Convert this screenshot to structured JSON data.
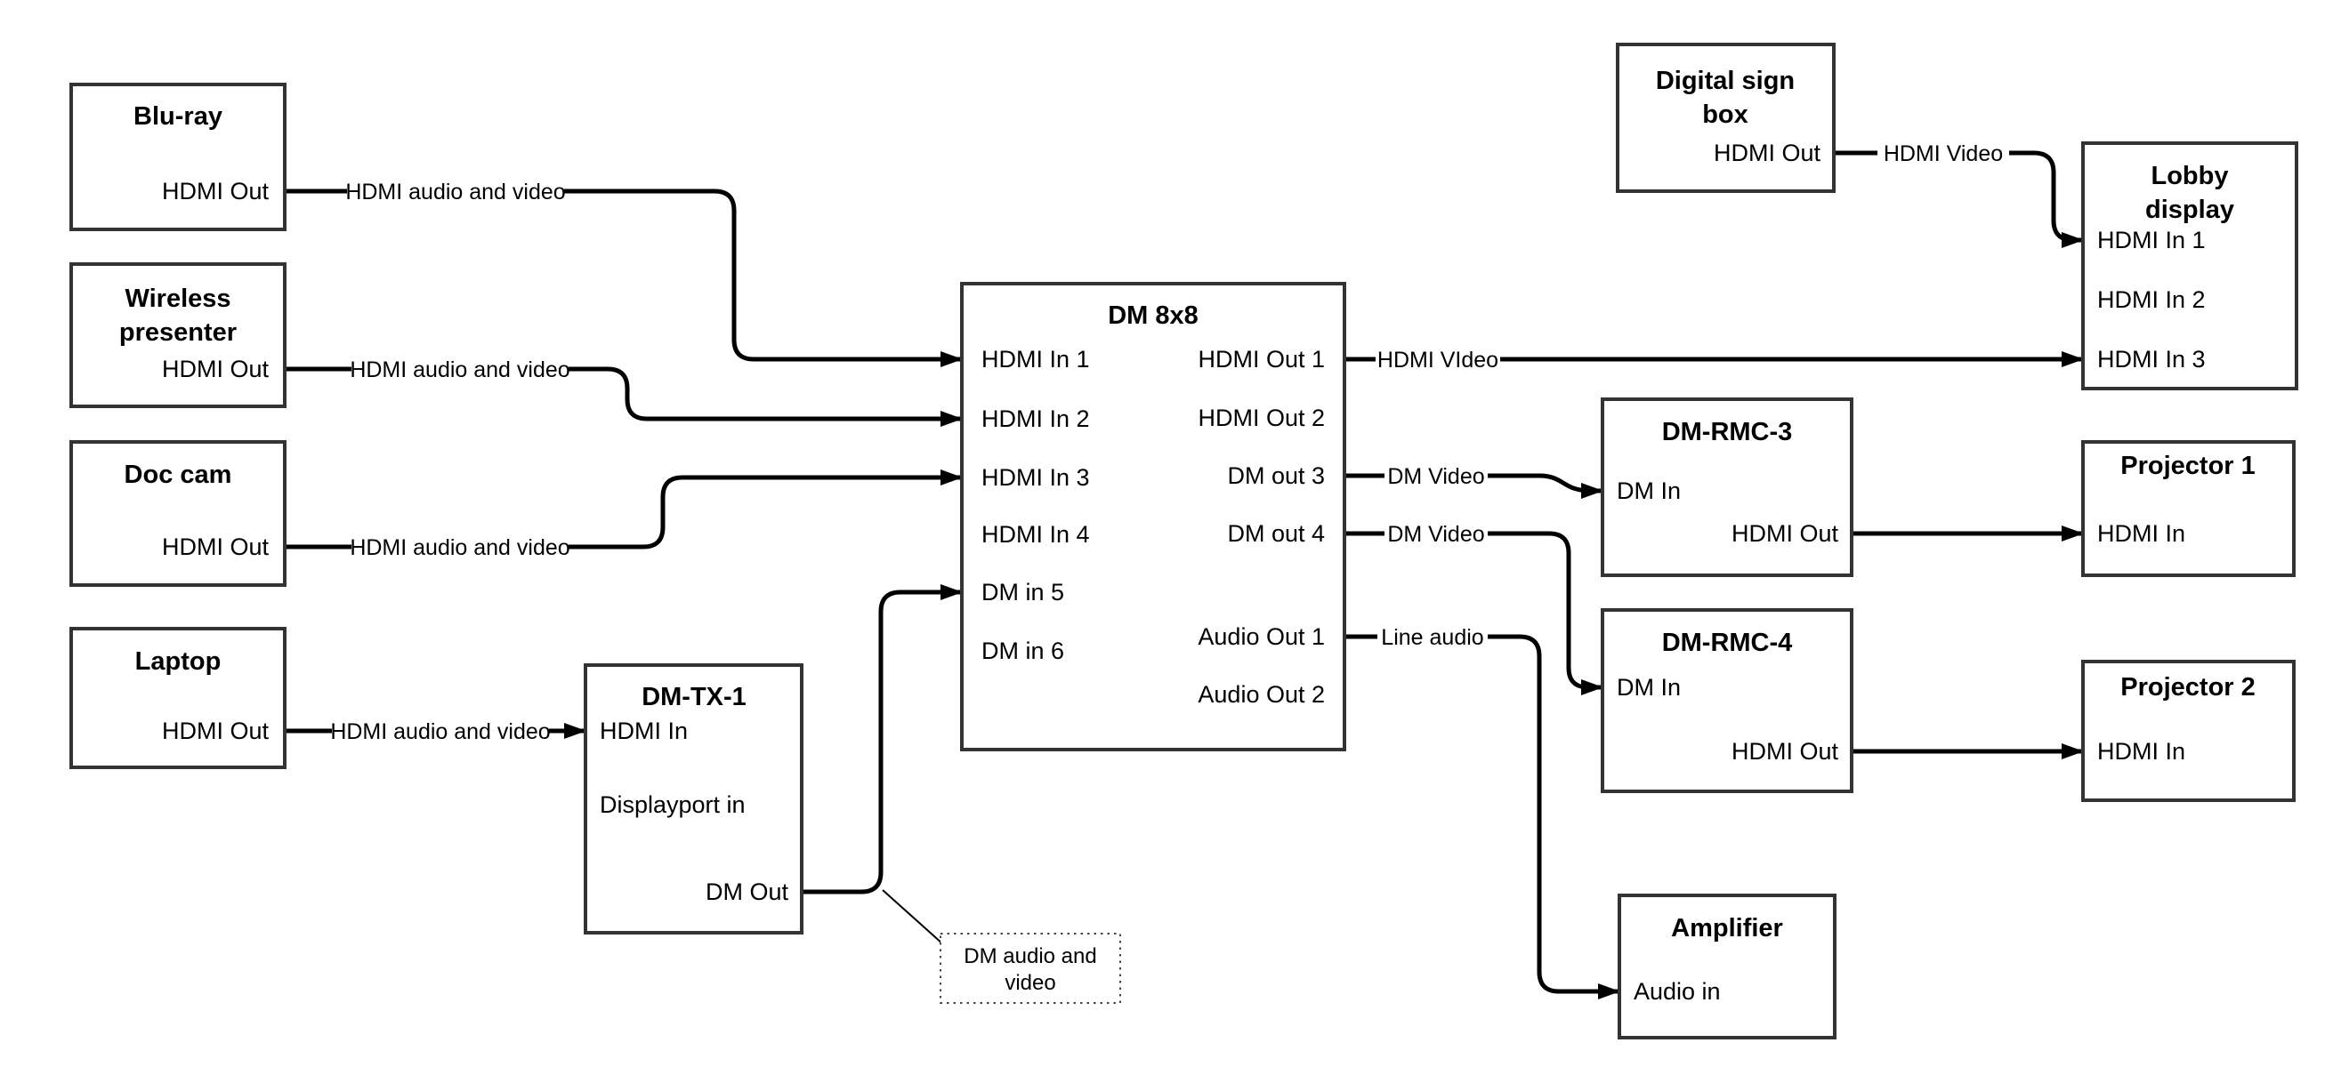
{
  "nodes": {
    "bluray": {
      "title": "Blu-ray",
      "port_hdmi_out": "HDMI Out"
    },
    "wireless": {
      "title": [
        "Wireless",
        "presenter"
      ],
      "port_hdmi_out": "HDMI Out"
    },
    "doccam": {
      "title": "Doc cam",
      "port_hdmi_out": "HDMI Out"
    },
    "laptop": {
      "title": "Laptop",
      "port_hdmi_out": "HDMI Out"
    },
    "dmtx1": {
      "title": "DM-TX-1",
      "port_hdmi_in": "HDMI In",
      "port_displayport_in": "Displayport in",
      "port_dm_out": "DM Out"
    },
    "dm8x8": {
      "title": "DM 8x8",
      "inputs": [
        "HDMI In 1",
        "HDMI In 2",
        "HDMI In 3",
        "HDMI In 4",
        "DM in 5",
        "DM in 6"
      ],
      "outputs": [
        "HDMI Out 1",
        "HDMI Out 2",
        "DM out 3",
        "DM out 4",
        "Audio Out 1",
        "Audio Out 2"
      ]
    },
    "digitalsign": {
      "title": [
        "Digital sign",
        "box"
      ],
      "port_hdmi_out": "HDMI Out"
    },
    "lobby": {
      "title": [
        "Lobby",
        "display"
      ],
      "ports": [
        "HDMI In 1",
        "HDMI In 2",
        "HDMI In 3"
      ]
    },
    "dmrmc3": {
      "title": "DM-RMC-3",
      "port_dm_in": "DM In",
      "port_hdmi_out": "HDMI Out"
    },
    "proj1": {
      "title": "Projector 1",
      "port_hdmi_in": "HDMI In"
    },
    "dmrmc4": {
      "title": "DM-RMC-4",
      "port_dm_in": "DM In",
      "port_hdmi_out": "HDMI Out"
    },
    "proj2": {
      "title": "Projector 2",
      "port_hdmi_in": "HDMI In"
    },
    "amplifier": {
      "title": "Amplifier",
      "port_audio_in": "Audio in"
    }
  },
  "connections": {
    "bluray_to_dm8x8": {
      "label": "HDMI audio and video"
    },
    "wireless_to_dm8x8": {
      "label": "HDMI audio and video"
    },
    "doccam_to_dm8x8": {
      "label": "HDMI audio and video"
    },
    "laptop_to_dmtx1": {
      "label": "HDMI audio and video"
    },
    "dm8x8_out1_to_lobby": {
      "label": "HDMI VIdeo"
    },
    "dm8x8_out3_to_dmrmc3": {
      "label": "DM Video"
    },
    "dm8x8_out4_to_dmrmc4": {
      "label": "DM Video"
    },
    "dm8x8_audio1_to_amplifier": {
      "label": "Line audio"
    },
    "digitalsign_to_lobby": {
      "label": "HDMI Video"
    }
  },
  "note": {
    "line1": "DM audio and",
    "line2": "video"
  },
  "colors": {
    "wire": "#000000",
    "box_border": "#333333",
    "text": "#000000",
    "background": "#ffffff"
  }
}
